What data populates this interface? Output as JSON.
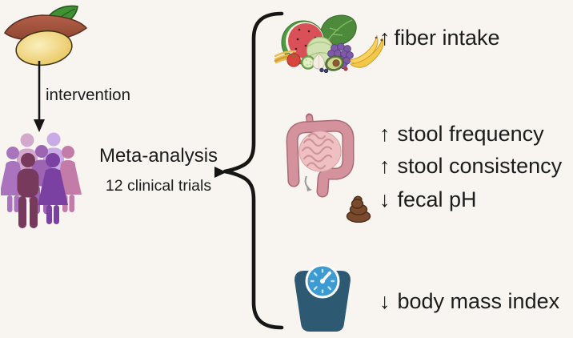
{
  "figure": {
    "type": "graphical-abstract",
    "background": "#f8f5f1"
  },
  "intervention": {
    "source_icon": "sweet-potato-icon",
    "arrow_icon": "down-arrow-icon",
    "label": "intervention",
    "target_icon": "study-population-icon"
  },
  "meta_analysis": {
    "title": "Meta-analysis",
    "subtitle": "12 clinical trials",
    "arrow_icon": "right-arrow-icon"
  },
  "brace": {
    "icon": "curly-brace-icon"
  },
  "outcomes": [
    {
      "icon": "fruits-vegetables-icon",
      "lines": [
        {
          "arrow": "↑",
          "direction": "increase",
          "label": "fiber intake"
        }
      ]
    },
    {
      "icon": "intestine-icon",
      "secondary_icon": "stool-icon",
      "lines": [
        {
          "arrow": "↑",
          "direction": "increase",
          "label": "stool frequency"
        },
        {
          "arrow": "↑",
          "direction": "increase",
          "label": "stool consistency"
        },
        {
          "arrow": "↓",
          "direction": "decrease",
          "label": "fecal pH"
        }
      ]
    },
    {
      "icon": "weight-scale-icon",
      "lines": [
        {
          "arrow": "↓",
          "direction": "decrease",
          "label": "body mass index"
        }
      ]
    }
  ],
  "colors": {
    "text": "#1c1c1c",
    "line_art": "#161616",
    "sweet_potato_skin": "#a9543c",
    "sweet_potato_flesh": "#f2dc86",
    "leaf_green": "#3f9134",
    "people_back": [
      "#d2a9cc",
      "#c9abe5"
    ],
    "people_mid": [
      "#a974bd",
      "#9d64b3",
      "#c37ba8"
    ],
    "people_front": [
      "#77395c",
      "#7a41a2"
    ],
    "intestine_outer": "#d4939c",
    "intestine_inner": "#eec0c1",
    "stool_brown": "#7a4a2e",
    "scale_body": "#2d5972",
    "scale_dial": "#3e9bd1"
  }
}
